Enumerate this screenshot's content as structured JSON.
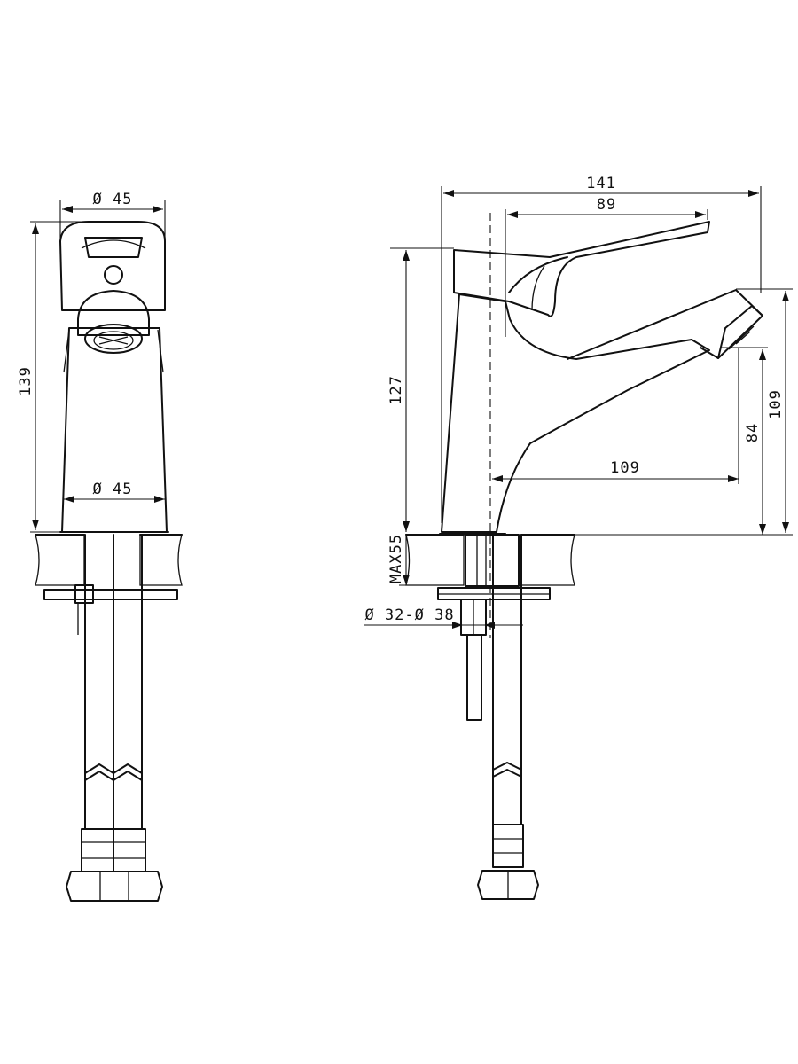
{
  "dimensions": {
    "front_top_diameter": "Ø 45",
    "front_height": "139",
    "front_base_diameter": "Ø 45",
    "side_total_length": "141",
    "side_lever_length": "89",
    "side_body_height": "127",
    "side_spout_reach": "109",
    "side_spout_height": "84",
    "side_spout_top_height": "109",
    "side_max_thickness": "MAX55",
    "side_hole_diameter": "Ø 32-Ø 38"
  },
  "icons": {
    "hatch": "diagonal-hatch-pattern"
  }
}
